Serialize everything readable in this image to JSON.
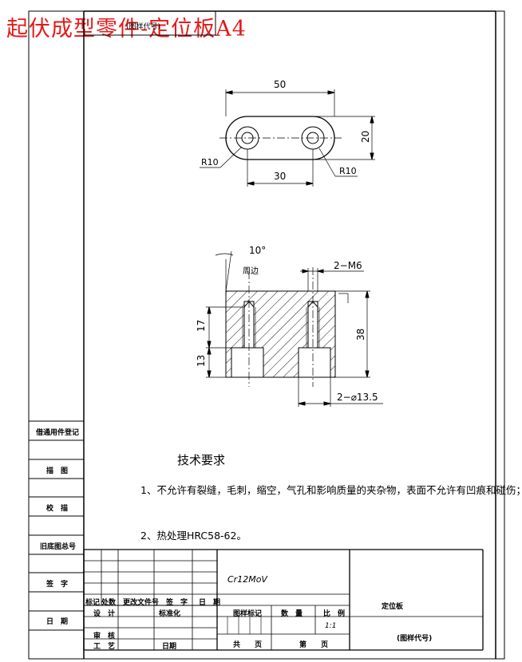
{
  "watermark_title": "起伏成型零件-定位板A4",
  "top_stub_label": "(图样代号)",
  "plan_view": {
    "dim_overall": "50",
    "dim_height": "20",
    "dim_centers": "30",
    "radius_left": "R10",
    "radius_right": "R10"
  },
  "section_view": {
    "angle": "10°",
    "angle_note": "周边",
    "thread_note": "2−M6",
    "dim_upper": "17",
    "dim_lower": "13",
    "dim_total": "38",
    "counterbore_note": "2−⌀13.5"
  },
  "tech_requirements": {
    "title": "技术要求",
    "item1": "1、不允许有裂缝，毛刺，缩空，气孔和影响质量的夹杂物，表面不允许有凹痕和碰伤；",
    "item2": "2、热处理HRC58-62。"
  },
  "left_strip": {
    "row1": "借通用件登记",
    "row2": "描　图",
    "row3": "校　描",
    "row4": "旧底图总号",
    "row5": "签　字",
    "row6": "日　期"
  },
  "title_block": {
    "material": "Cr12MoV",
    "part_name": "定位板",
    "drawing_code": "(图样代号)",
    "hdr_mark": "标记",
    "hdr_count": "处数",
    "hdr_doc": "更改文件号",
    "hdr_sign": "签　字",
    "hdr_date": "日　期",
    "design": "设　计",
    "standardize": "标准化",
    "review": "审　核",
    "process": "工　艺",
    "date": "日期",
    "stage_mark": "图样标记",
    "weight": "数　量",
    "scale": "比　例",
    "scale_value": "1:1",
    "sheets_total": "共　　页",
    "sheet_no": "第　　页"
  }
}
